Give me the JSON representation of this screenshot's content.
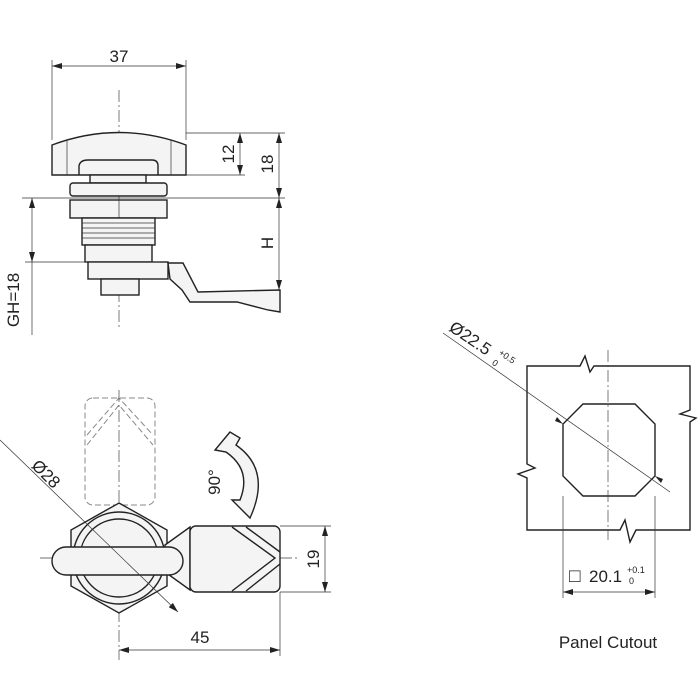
{
  "top_view": {
    "width_dim": "37",
    "knob_height_dim": "12",
    "total_height_dim": "18",
    "h_dim": "H",
    "grip_dim": "GH=18"
  },
  "bottom_view": {
    "diameter_dim": "Ø28",
    "rotation": "90°",
    "length_dim": "45",
    "lever_width_dim": "19"
  },
  "panel_cutout": {
    "diameter_dim": "Ø22.5",
    "diameter_tol_upper": "+0.5",
    "diameter_tol_lower": "0",
    "square_symbol": "□",
    "square_dim": "20.1",
    "square_tol_upper": "+0.1",
    "square_tol_lower": "0",
    "title": "Panel Cutout"
  }
}
